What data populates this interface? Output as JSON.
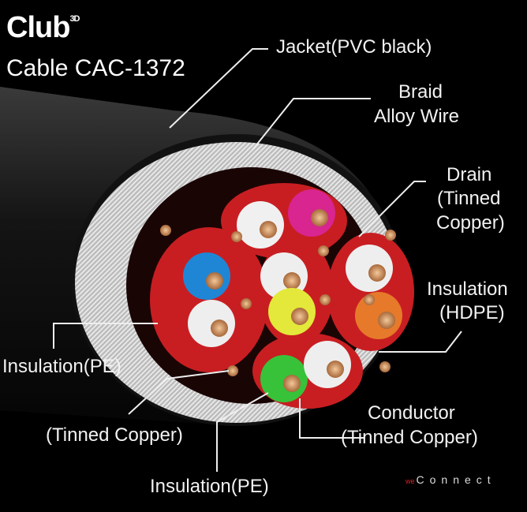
{
  "brand": {
    "name": "Club",
    "superscript": "3D"
  },
  "title": "Cable CAC-1372",
  "labels": {
    "jacket": "Jacket(PVC black)",
    "braid_1": "Braid",
    "braid_2": "Alloy Wire",
    "drain_1": "Drain",
    "drain_2": "(Tinned",
    "drain_3": "Copper)",
    "hdpe_1": "Insulation",
    "hdpe_2": "(HDPE)",
    "pe_left": "Insulation(PE)",
    "tinned_left": "(Tinned Copper)",
    "conductor_1": "Conductor",
    "conductor_2": "(Tinned Copper)",
    "pe_bottom": "Insulation(PE)"
  },
  "footer_logo": {
    "prefix": "we",
    "name": "Connect"
  },
  "colors": {
    "accent": "#d8232a",
    "jacket": "#1a1a1a",
    "braid": "#cfcfcf"
  }
}
